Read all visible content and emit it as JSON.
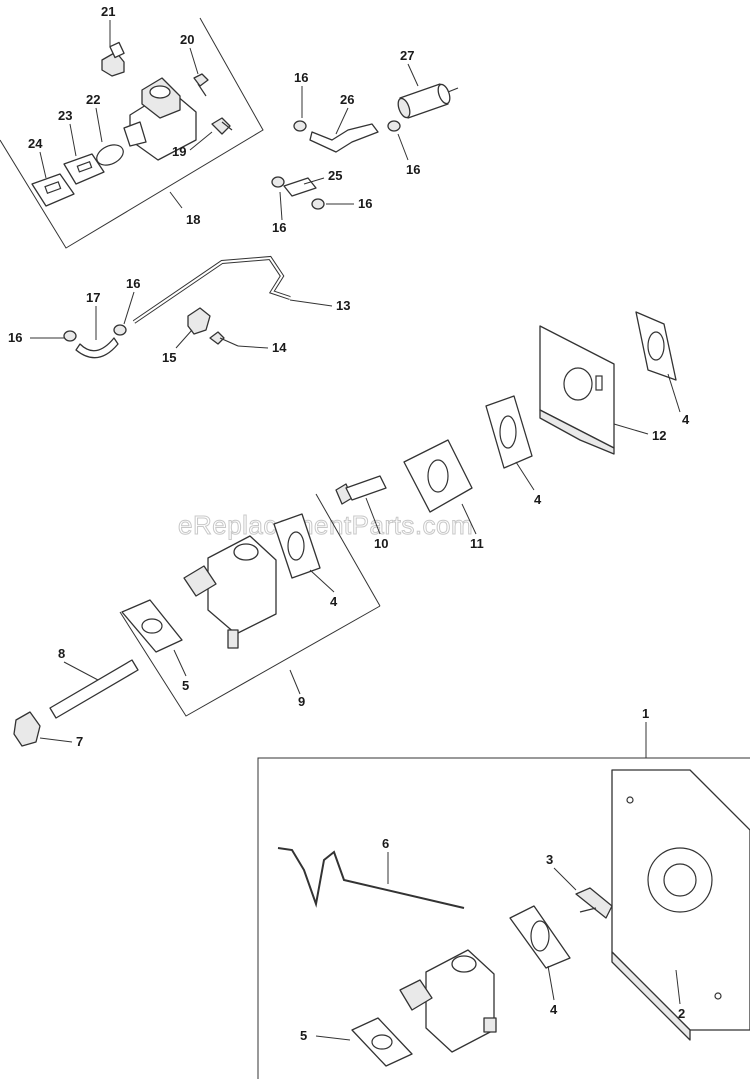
{
  "watermark": "eReplacementParts.com",
  "callouts": {
    "c1": "1",
    "c2": "2",
    "c3": "3",
    "c4a": "4",
    "c4b": "4",
    "c4c": "4",
    "c4d": "4",
    "c5a": "5",
    "c5b": "5",
    "c6": "6",
    "c7": "7",
    "c8": "8",
    "c9": "9",
    "c10": "10",
    "c11": "11",
    "c12": "12",
    "c13": "13",
    "c14": "14",
    "c15": "15",
    "c16a": "16",
    "c16b": "16",
    "c16c": "16",
    "c16d": "16",
    "c16e": "16",
    "c16f": "16",
    "c17": "17",
    "c18": "18",
    "c19": "19",
    "c20": "20",
    "c21": "21",
    "c22": "22",
    "c23": "23",
    "c24": "24",
    "c25": "25",
    "c26": "26",
    "c27": "27"
  }
}
